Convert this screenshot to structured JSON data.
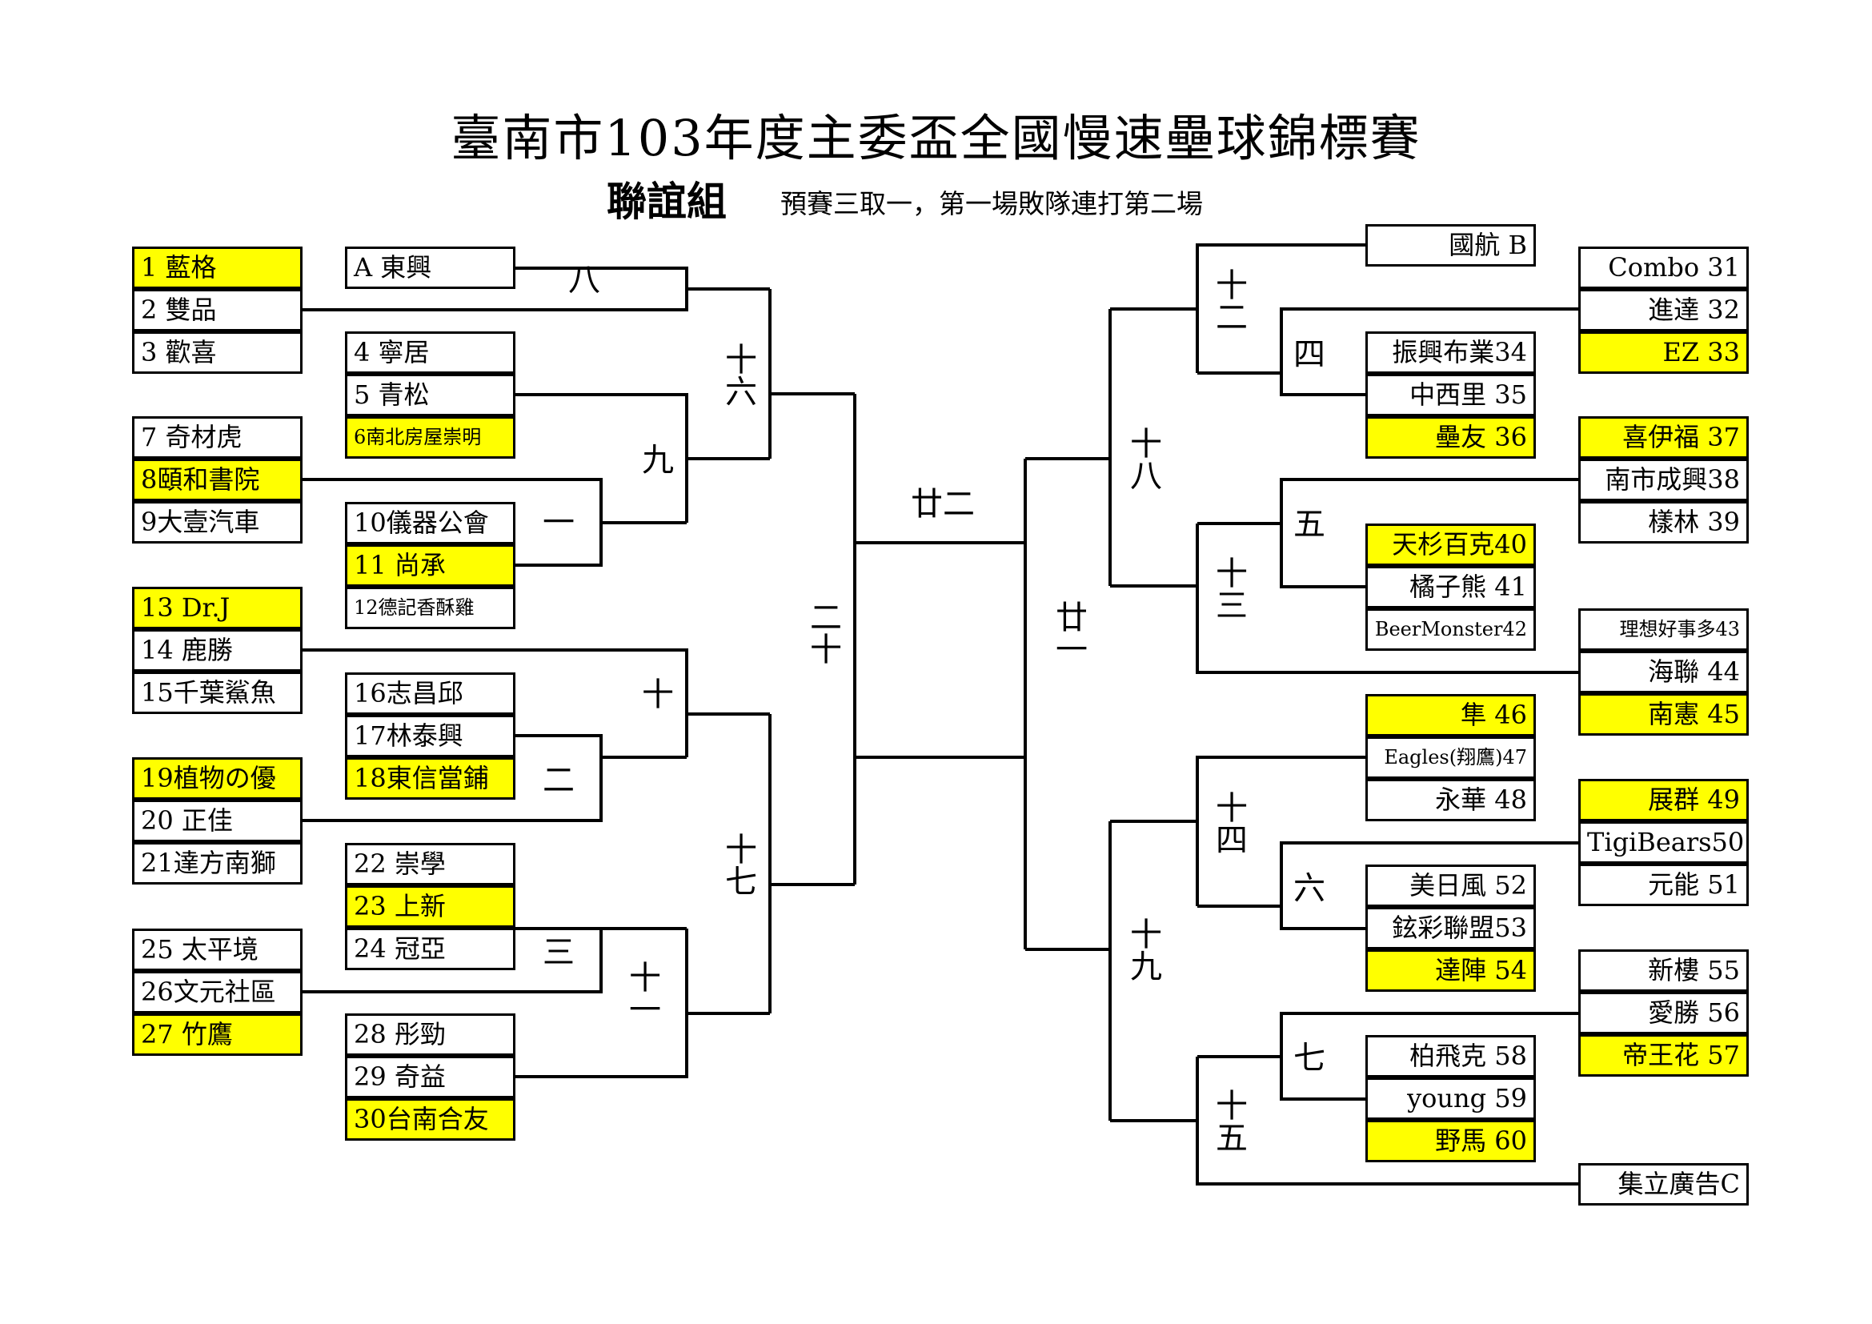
{
  "title": "臺南市103年度主委盃全國慢速壘球錦標賽",
  "division": "聯誼組",
  "rule_note": "預賽三取一，第一場敗隊連打第二場",
  "colors": {
    "highlight": "#FFFF00",
    "line": "#000000"
  },
  "teams": {
    "t1": {
      "text": "1 藍格",
      "highlight": true
    },
    "t2": {
      "text": "2 雙品",
      "highlight": false
    },
    "t3": {
      "text": "3 歡喜",
      "highlight": false
    },
    "t7": {
      "text": "7 奇材虎",
      "highlight": false
    },
    "t8": {
      "text": "8頤和書院",
      "highlight": true
    },
    "t9": {
      "text": "9大壹汽車",
      "highlight": false
    },
    "t13": {
      "text": "13 Dr.J",
      "highlight": true
    },
    "t14": {
      "text": "14 鹿勝",
      "highlight": false
    },
    "t15": {
      "text": "15千葉鯊魚",
      "highlight": false
    },
    "t19": {
      "text": "19植物の優",
      "highlight": true
    },
    "t20": {
      "text": "20 正佳",
      "highlight": false
    },
    "t21": {
      "text": "21達方南獅",
      "highlight": false
    },
    "t25": {
      "text": "25 太平境",
      "highlight": false
    },
    "t26": {
      "text": "26文元社區",
      "highlight": false
    },
    "t27": {
      "text": "27 竹鷹",
      "highlight": true
    },
    "tA": {
      "text": "A 東興",
      "highlight": false
    },
    "t4": {
      "text": "4 寧居",
      "highlight": false
    },
    "t5": {
      "text": "5 青松",
      "highlight": false
    },
    "t6": {
      "text": "6南北房屋崇明",
      "highlight": true
    },
    "t10": {
      "text": "10儀器公會",
      "highlight": false
    },
    "t11": {
      "text": "11 尚承",
      "highlight": true
    },
    "t12": {
      "text": "12德記香酥雞",
      "highlight": false
    },
    "t16": {
      "text": "16志昌邱",
      "highlight": false
    },
    "t17": {
      "text": "17林泰興",
      "highlight": false
    },
    "t18": {
      "text": "18東信當鋪",
      "highlight": true
    },
    "t22": {
      "text": "22 崇學",
      "highlight": false
    },
    "t23": {
      "text": "23 上新",
      "highlight": true
    },
    "t24": {
      "text": "24 冠亞",
      "highlight": false
    },
    "t28": {
      "text": "28 彤勁",
      "highlight": false
    },
    "t29": {
      "text": "29 奇益",
      "highlight": false
    },
    "t30": {
      "text": "30台南合友",
      "highlight": true
    },
    "tB": {
      "text": "國航 B",
      "highlight": false
    },
    "t31": {
      "text": "Combo 31",
      "highlight": false
    },
    "t32": {
      "text": "進達 32",
      "highlight": false
    },
    "t33": {
      "text": "EZ 33",
      "highlight": true
    },
    "t34": {
      "text": "振興布業34",
      "highlight": false
    },
    "t35": {
      "text": "中西里 35",
      "highlight": false
    },
    "t36": {
      "text": "壘友 36",
      "highlight": true
    },
    "t37": {
      "text": "喜伊福 37",
      "highlight": true
    },
    "t38": {
      "text": "南市成興38",
      "highlight": false
    },
    "t39": {
      "text": "樣林 39",
      "highlight": false
    },
    "t40": {
      "text": "天杉百克40",
      "highlight": true
    },
    "t41": {
      "text": "橘子熊 41",
      "highlight": false
    },
    "t42": {
      "text": "BeerMonster42",
      "highlight": false
    },
    "t43": {
      "text": "理想好事多43",
      "highlight": false
    },
    "t44": {
      "text": "海聯 44",
      "highlight": false
    },
    "t45": {
      "text": "南憲 45",
      "highlight": true
    },
    "t46": {
      "text": "隼 46",
      "highlight": true
    },
    "t47": {
      "text": "Eagles(翔鷹)47",
      "highlight": false
    },
    "t48": {
      "text": "永華 48",
      "highlight": false
    },
    "t49": {
      "text": "展群 49",
      "highlight": true
    },
    "t50": {
      "text": "TigiBears50",
      "highlight": false
    },
    "t51": {
      "text": "元能 51",
      "highlight": false
    },
    "t52": {
      "text": "美日風 52",
      "highlight": false
    },
    "t53": {
      "text": "鉉彩聯盟53",
      "highlight": false
    },
    "t54": {
      "text": "達陣 54",
      "highlight": true
    },
    "t55": {
      "text": "新樓 55",
      "highlight": false
    },
    "t56": {
      "text": "愛勝 56",
      "highlight": false
    },
    "t57": {
      "text": "帝王花 57",
      "highlight": true
    },
    "t58": {
      "text": "柏飛克 58",
      "highlight": false
    },
    "t59": {
      "text": "young 59",
      "highlight": false
    },
    "t60": {
      "text": "野馬 60",
      "highlight": true
    },
    "tC": {
      "text": "集立廣告C",
      "highlight": false
    }
  },
  "rounds": {
    "r1": "一",
    "r2": "二",
    "r3": "三",
    "r4": "四",
    "r5": "五",
    "r6": "六",
    "r7": "七",
    "r8": "八",
    "r9": "九",
    "r10": "十",
    "r11": "十一",
    "r12": "十二",
    "r13": "十三",
    "r14": "十四",
    "r15": "十五",
    "r16": "十六",
    "r17": "十七",
    "r18": "十八",
    "r19": "十九",
    "r20": "二十",
    "r21": "廿一",
    "r22": "廿二"
  }
}
